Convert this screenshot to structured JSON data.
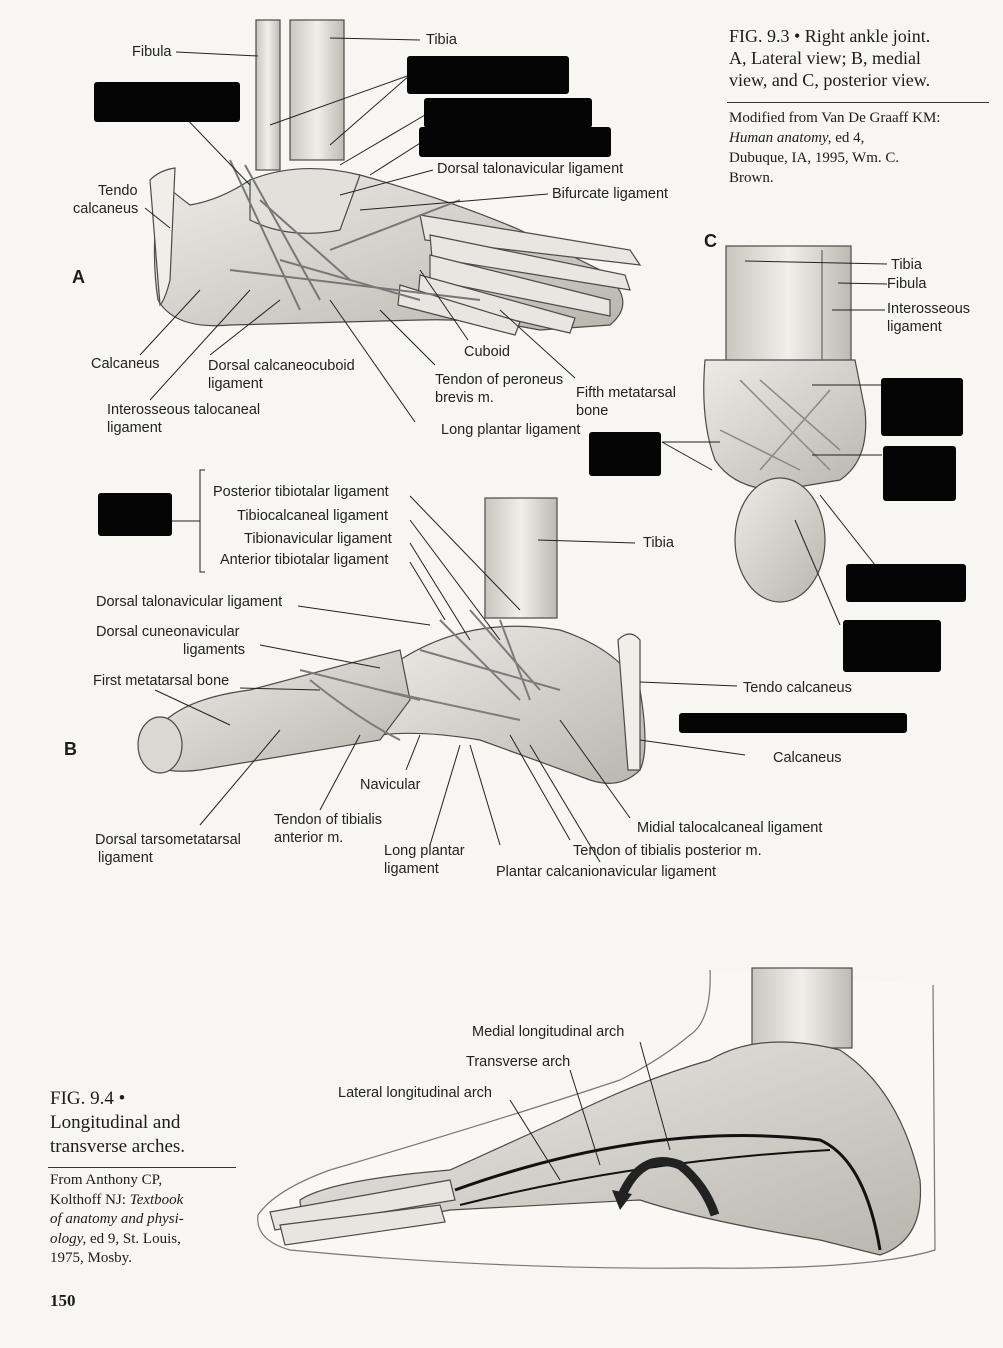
{
  "fig3": {
    "caption_line1": "FIG. 9.3 • Right ankle joint.",
    "caption_line2": "A, Lateral view; B, medial",
    "caption_line3": "view, and C, posterior view.",
    "source_line1": "Modified from Van De Graaff KM:",
    "source_book": "Human anatomy,",
    "source_rest": " ed 4,",
    "source_line3": "Dubuque, IA, 1995, Wm. C.",
    "source_line4": "Brown."
  },
  "panels": {
    "a": "A",
    "b": "B",
    "c": "C"
  },
  "labels_a": {
    "fibula": "Fibula",
    "tibia": "Tibia",
    "tendo_calcaneus_1": "Tendo",
    "tendo_calcaneus_2": "calcaneus",
    "dorsal_talonavicular": "Dorsal talonavicular ligament",
    "bifurcate": "Bifurcate ligament",
    "calcaneus": "Calcaneus",
    "dorsal_calcaneocuboid_1": "Dorsal calcaneocuboid",
    "dorsal_calcaneocuboid_2": "ligament",
    "cuboid": "Cuboid",
    "peroneus_1": "Tendon of peroneus",
    "peroneus_2": "brevis m.",
    "fifth_metatarsal_1": "Fifth metatarsal",
    "fifth_metatarsal_2": "bone",
    "interosseous_talocaneal_1": "Interosseous talocaneal",
    "interosseous_talocaneal_2": "ligament",
    "long_plantar": "Long plantar ligament"
  },
  "labels_c": {
    "tibia": "Tibia",
    "fibula": "Fibula",
    "interosseous_1": "Interosseous",
    "interosseous_2": "ligament"
  },
  "labels_b": {
    "posterior_tibiotalar": "Posterior tibiotalar ligament",
    "tibiocalcaneal": "Tibiocalcaneal ligament",
    "tibionavicular": "Tibionavicular ligament",
    "anterior_tibiotalar": "Anterior tibiotalar ligament",
    "tibia": "Tibia",
    "dorsal_talonavicular": "Dorsal talonavicular ligament",
    "dorsal_cuneonavicular_1": "Dorsal cuneonavicular",
    "dorsal_cuneonavicular_2": "ligaments",
    "first_metatarsal": "First metatarsal bone",
    "tendo_calcaneus": "Tendo calcaneus",
    "calcaneus": "Calcaneus",
    "navicular": "Navicular",
    "tibialis_anterior_1": "Tendon of tibialis",
    "tibialis_anterior_2": "anterior m.",
    "dorsal_tarsometatarsal_1": "Dorsal tarsometatarsal",
    "dorsal_tarsometatarsal_2": "ligament",
    "long_plantar_1": "Long plantar",
    "long_plantar_2": "ligament",
    "medial_talocalcaneal": "Midial talocalcaneal ligament",
    "tibialis_posterior": "Tendon of tibialis posterior m.",
    "plantar_calcaneonavicular": "Plantar calcanionavicular ligament"
  },
  "fig4": {
    "caption_line1": "FIG. 9.4 •",
    "caption_line2": "Longitudinal and",
    "caption_line3": "transverse arches.",
    "source_line1": "From Anthony CP,",
    "source_line2a": "Kolthoff NJ: ",
    "source_line2b": "Textbook",
    "source_line3": "of anatomy and physi-",
    "source_line4a": "ology,",
    "source_line4b": " ed 9, St. Louis,",
    "source_line5": "1975, Mosby.",
    "label_medial": "Medial longitudinal arch",
    "label_transverse": "Transverse arch",
    "label_lateral": "Lateral longitudinal arch"
  },
  "page_number": "150",
  "colors": {
    "redaction": "#050505",
    "bone": "#d9d6cf",
    "ink": "#1c1c1c"
  }
}
